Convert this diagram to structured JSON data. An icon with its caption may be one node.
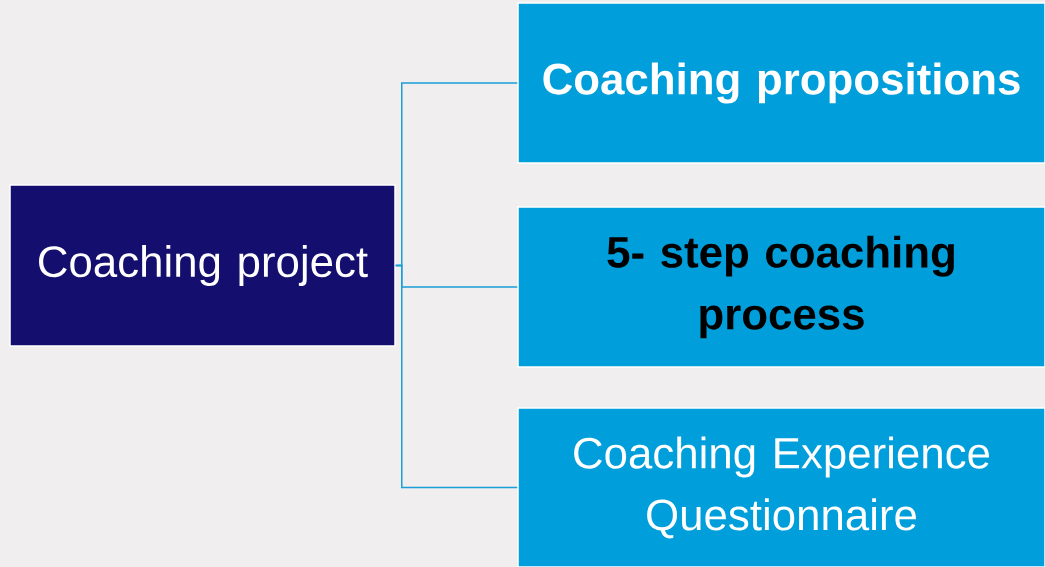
{
  "diagram": {
    "nodes": [
      {
        "text": [
          "Coaching project"
        ]
      },
      {
        "text": [
          "**Coaching propositions**"
        ]
      },
      {
        "text": [
          "**5- step coaching process**"
        ]
      },
      {
        "text": [
          "Coaching Experience Questionnaire"
        ]
      }
    ],
    "edges": [
      {
        "from": 0,
        "to": 1,
        "arrow": "none"
      },
      {
        "from": 0,
        "to": 2,
        "arrow": "none"
      },
      {
        "from": 0,
        "to": 3,
        "arrow": "none"
      }
    ]
  }
}
